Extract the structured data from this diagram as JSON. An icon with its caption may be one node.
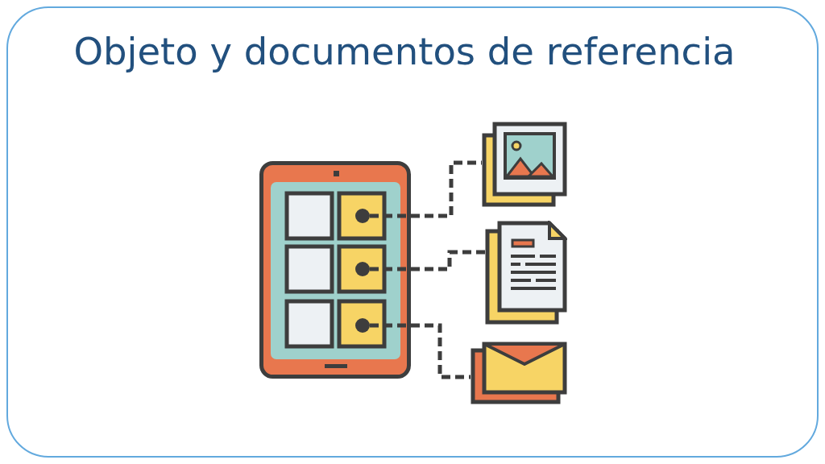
{
  "diagram": {
    "title": "Objeto y documentos de referencia",
    "nodes": [
      {
        "text": [],
        "shape": "tablet"
      },
      {
        "text": [],
        "shape": "circle",
        "in": 0
      },
      {
        "text": [],
        "shape": "circle",
        "in": 0
      },
      {
        "text": [],
        "shape": "circle",
        "in": 0
      },
      {
        "text": [],
        "shape": "photo"
      },
      {
        "text": [],
        "shape": "document"
      },
      {
        "text": [],
        "shape": "envelope"
      }
    ],
    "edges": [
      {
        "from": 1,
        "to": 4,
        "arrow": "none",
        "style": "dashed"
      },
      {
        "from": 2,
        "to": 5,
        "arrow": "none",
        "style": "dashed"
      },
      {
        "from": 3,
        "to": 6,
        "arrow": "none",
        "style": "dashed"
      }
    ]
  }
}
